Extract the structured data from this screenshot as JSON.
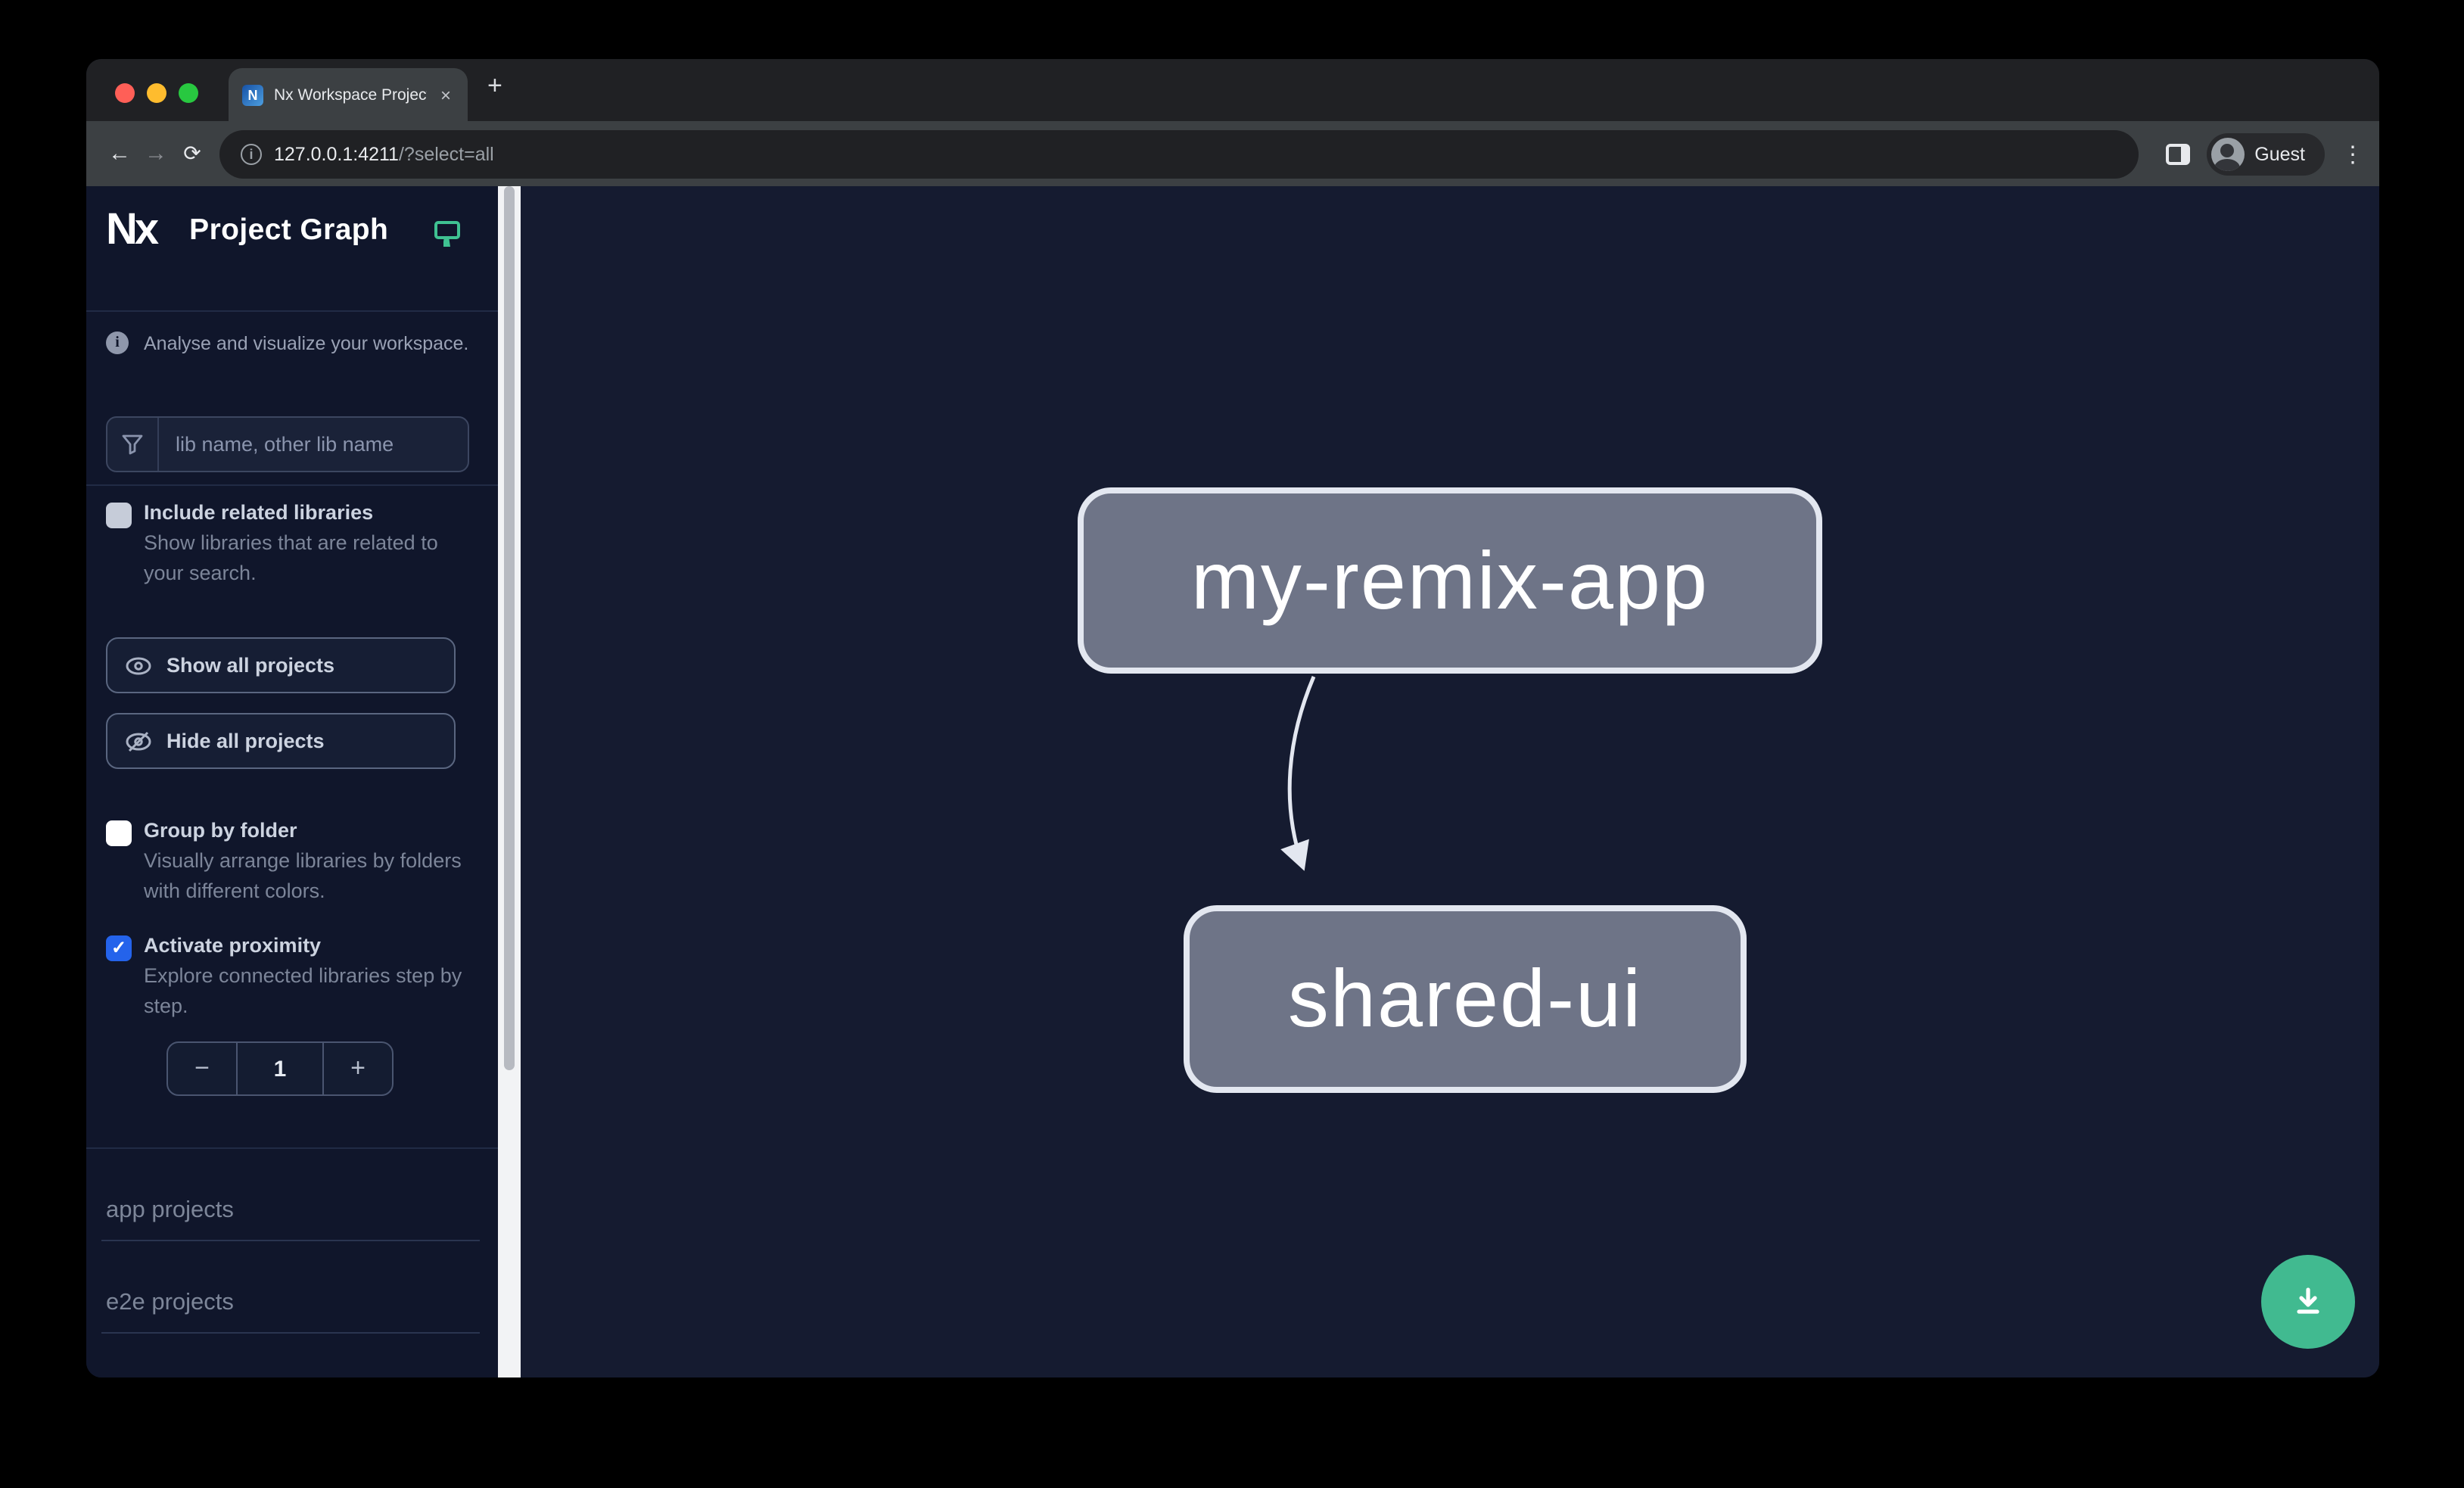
{
  "browser": {
    "tab": {
      "title": "Nx Workspace Project Graph",
      "close_glyph": "×",
      "new_tab_glyph": "+",
      "favicon_text": "N"
    },
    "toolbar": {
      "back_glyph": "←",
      "forward_glyph": "→",
      "reload_glyph": "⟳",
      "info_glyph": "i",
      "url_host": "127.0.0.1:4211",
      "url_path": "/?select=all",
      "profile_label": "Guest",
      "menu_glyph": "⋮"
    }
  },
  "sidebar": {
    "brand": {
      "logo_text": "Nx",
      "title": "Project Graph"
    },
    "tagline": "Analyse and visualize your workspace.",
    "search": {
      "placeholder": "lib name, other lib name"
    },
    "toggles": [
      {
        "label": "Include related libraries",
        "desc": "Show libraries that are related to your search.",
        "checked": false
      },
      {
        "label": "Group by folder",
        "desc": "Visually arrange libraries by folders with different colors.",
        "checked": false
      },
      {
        "label": "Activate proximity",
        "desc": "Explore connected libraries step by step.",
        "checked": true,
        "check_glyph": "✓"
      }
    ],
    "actions": [
      {
        "label": "Show all projects"
      },
      {
        "label": "Hide all projects"
      }
    ],
    "stepper": {
      "minus_glyph": "−",
      "value": "1",
      "plus_glyph": "+"
    },
    "sections": [
      {
        "label": "app projects"
      },
      {
        "label": "e2e projects"
      }
    ]
  },
  "graph": {
    "nodes": [
      {
        "label": "my-remix-app"
      },
      {
        "label": "shared-ui"
      }
    ],
    "edges": [
      {
        "from": "my-remix-app",
        "to": "shared-ui"
      }
    ]
  },
  "colors": {
    "accent_green": "#3fc292",
    "fab_green": "#41ba90",
    "checkbox_blue": "#2463eb",
    "node_fill": "#6e7487",
    "node_border": "#e3e7f0",
    "sidebar_bg": "#10162b",
    "canvas_bg": "#151b30",
    "chrome_frame": "#202124",
    "chrome_toolbar": "#3c4043"
  }
}
